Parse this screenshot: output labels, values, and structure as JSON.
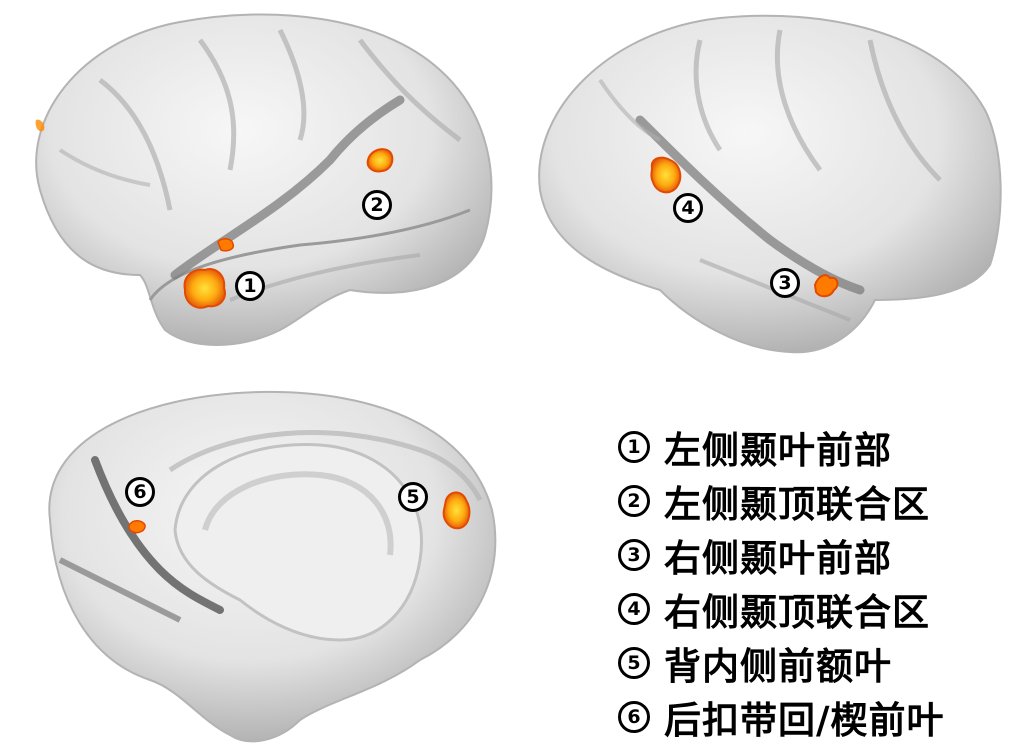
{
  "markers": [
    {
      "label": "1"
    },
    {
      "label": "2"
    },
    {
      "label": "3"
    },
    {
      "label": "4"
    },
    {
      "label": "5"
    },
    {
      "label": "6"
    }
  ],
  "legend": [
    {
      "num": "1",
      "text": "左侧颞叶前部"
    },
    {
      "num": "2",
      "text": "左侧颞顶联合区"
    },
    {
      "num": "3",
      "text": "右侧颞叶前部"
    },
    {
      "num": "4",
      "text": "右侧颞顶联合区"
    },
    {
      "num": "5",
      "text": "背内侧前额叶"
    },
    {
      "num": "6",
      "text": "后扣带回/楔前叶"
    }
  ],
  "colors": {
    "activation_core": "#ffd21a",
    "activation_mid": "#ff9a00",
    "activation_edge": "#e34a00",
    "cortex": "#e6e6e6",
    "sulcus": "#8c8c8c"
  }
}
